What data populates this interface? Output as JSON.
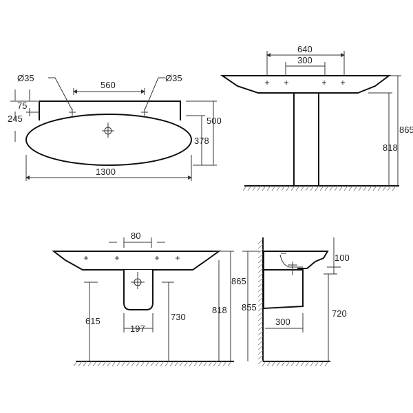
{
  "plan_view": {
    "tap_hole_left": "Ø35",
    "tap_hole_right": "Ø35",
    "tap_spacing": "560",
    "back_to_tap": "75",
    "back_to_drain": "245",
    "depth": "500",
    "bowl_depth": "378",
    "width": "1300"
  },
  "front_pedestal_view": {
    "overall_width": "640",
    "inner_width": "300",
    "total_height": "865",
    "rim_height": "818"
  },
  "front_semi_pedestal_view": {
    "drain_offset": "80",
    "pedestal_bottom_height": "615",
    "pedestal_width": "197",
    "waste_height": "730",
    "total_height": "865",
    "rim_height": "818"
  },
  "side_view": {
    "height": "855",
    "bowl_depth": "100",
    "underside_height": "720",
    "projection": "300"
  }
}
